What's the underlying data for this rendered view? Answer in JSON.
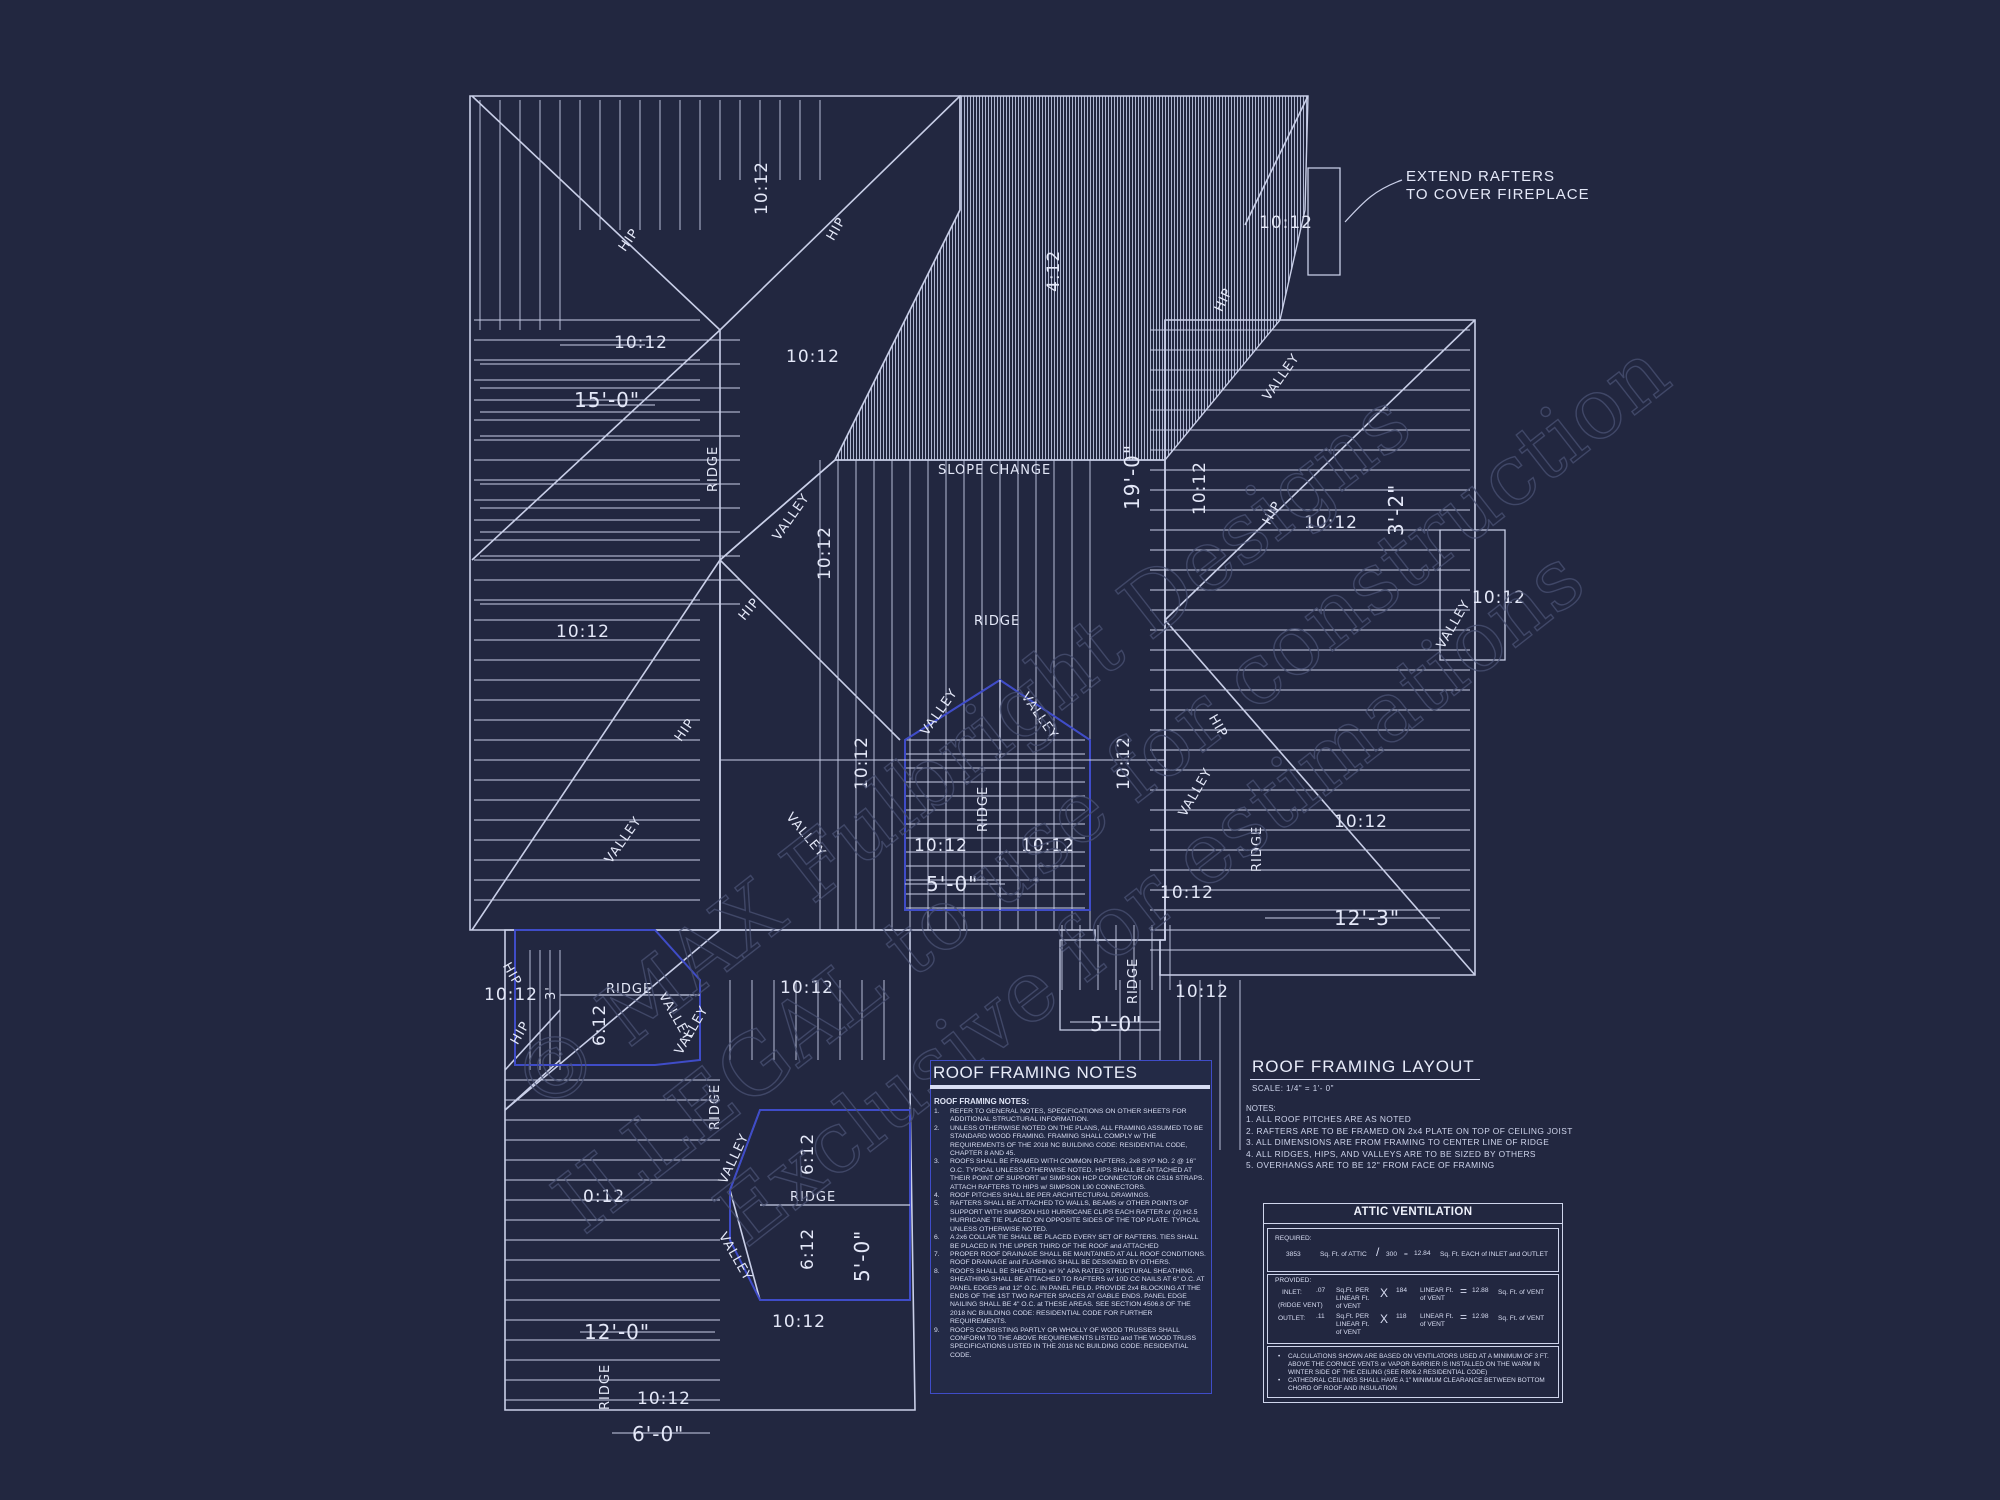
{
  "drawing": {
    "callout_line1": "EXTEND RAFTERS",
    "callout_line2": "TO COVER FIREPLACE",
    "pitch": "10:12",
    "pitch_alt": "4:12",
    "pitch_side": "6:12",
    "pitch_stair": "0:12",
    "hip": "HIP",
    "valley": "VALLEY",
    "ridge": "RIDGE",
    "slope_change": "SLOPE CHANGE",
    "dim_15": "15'-0\"",
    "dim_19": "19'-0\"",
    "dim_3_2": "3'-2\"",
    "dim_5a": "5'-0\"",
    "dim_5b": "5'-0\"",
    "dim_5c": "5'-0\"",
    "dim_12_3": "12'-3\"",
    "dim_12_0": "12'-0\"",
    "dim_6_0": "6'-0\"",
    "dim_3": "3'",
    "watermark_1": "© MAX Fulbright Designs",
    "watermark_2": "ILLEGAL to use for construction",
    "watermark_3": "Exclusive for estimations"
  },
  "roof_notes": {
    "title": "ROOF FRAMING NOTES",
    "heading": "ROOF FRAMING NOTES:",
    "items": [
      {
        "n": "1.",
        "text": "REFER TO GENERAL NOTES, SPECIFICATIONS ON OTHER SHEETS FOR ADDITIONAL STRUCTURAL INFORMATION."
      },
      {
        "n": "2.",
        "text": "UNLESS OTHERWISE NOTED ON THE PLANS, ALL FRAMING ASSUMED TO BE STANDARD WOOD FRAMING. FRAMING SHALL COMPLY w/ THE REQUIREMENTS OF THE 2018 NC BUILDING CODE: RESIDENTIAL CODE, CHAPTER 8 AND 45."
      },
      {
        "n": "3.",
        "text": "ROOFS SHALL BE FRAMED WITH COMMON RAFTERS, 2x8 SYP NO. 2 @ 16\" O.C. TYPICAL UNLESS OTHERWISE NOTED. HIPS SHALL BE ATTACHED AT THEIR POINT OF SUPPORT w/ SIMPSON HCP CONNECTOR OR CS16 STRAPS. ATTACH RAFTERS TO HIPS w/ SIMPSON L90 CONNECTORS."
      },
      {
        "n": "4.",
        "text": "ROOF PITCHES SHALL BE PER ARCHITECTURAL DRAWINGS."
      },
      {
        "n": "5.",
        "text": "RAFTERS SHALL BE ATTACHED TO WALLS, BEAMS or OTHER POINTS OF SUPPORT WITH SIMPSON H10 HURRICANE CLIPS EACH RAFTER or (2) H2.5 HURRICANE TIE PLACED ON OPPOSITE SIDES OF THE TOP PLATE. TYPICAL UNLESS OTHERWISE NOTED."
      },
      {
        "n": "6.",
        "text": "A 2x6 COLLAR TIE SHALL BE PLACED EVERY SET OF RAFTERS. TIES SHALL BE PLACED IN THE UPPER THIRD OF THE ROOF and ATTACHED"
      },
      {
        "n": "7.",
        "text": "PROPER ROOF DRAINAGE SHALL BE MAINTAINED AT ALL ROOF CONDITIONS. ROOF DRAINAGE and FLASHING SHALL BE DESIGNED BY OTHERS."
      },
      {
        "n": "8.",
        "text": "ROOFS SHALL BE SHEATHED w/ ⅝\" APA RATED STRUCTURAL SHEATHING. SHEATHING SHALL BE ATTACHED TO RAFTERS w/ 10D CC NAILS AT 6\" O.C. AT PANEL EDGES and 12\" O.C. IN PANEL FIELD. PROVIDE 2x4 BLOCKING AT THE ENDS OF THE 1ST TWO RAFTER SPACES AT GABLE ENDS. PANEL EDGE NAILING SHALL BE 4\" O.C. at THESE AREAS. SEE SECTION 4506.8 OF THE 2018 NC BUILDING CODE: RESIDENTIAL CODE FOR FURTHER REQUIREMENTS."
      },
      {
        "n": "9.",
        "text": "ROOFS CONSISTING PARTLY OR WHOLLY OF WOOD TRUSSES SHALL CONFORM TO THE ABOVE REQUIREMENTS LISTED and THE WOOD TRUSS SPECIFICATIONS LISTED IN THE 2018 NC BUILDING CODE: RESIDENTIAL CODE."
      }
    ]
  },
  "layout": {
    "title": "ROOF FRAMING LAYOUT",
    "scale": "SCALE:   1/4\" = 1'- 0\"",
    "notes_heading": "NOTES:",
    "notes": [
      "1.   ALL ROOF PITCHES ARE AS NOTED",
      "2.   RAFTERS ARE TO BE FRAMED ON 2x4 PLATE ON TOP OF CEILING JOIST",
      "3.   ALL DIMENSIONS ARE FROM  FRAMING TO CENTER LINE OF RIDGE",
      "4.   ALL RIDGES, HIPS, AND VALLEYS ARE TO BE SIZED BY OTHERS",
      "5.   OVERHANGS ARE TO BE 12\" FROM FACE OF FRAMING"
    ]
  },
  "attic": {
    "title": "ATTIC VENTILATION",
    "required_label": "REQUIRED:",
    "required_sqft": "3853",
    "sqft_attic": "Sq. Ft. of ATTIC",
    "slash": "/",
    "divisor": "300",
    "equals": "=",
    "required_result": "12.84",
    "required_each": "Sq. Ft. EACH of INLET and OUTLET",
    "provided_label": "PROVIDED:",
    "inlet_label": "INLET:",
    "inlet_sub": "(RIDGE VENT)",
    "inlet_value": ".07",
    "per_linear": "Sq.Ft. PER LINEAR Ft. of VENT",
    "times": "X",
    "inlet_linear": "184",
    "linear_ft": "LINEAR Ft. of VENT",
    "inlet_result": "12.88",
    "sqft_vent": "Sq. Ft. of VENT",
    "outlet_label": "OUTLET:",
    "outlet_value": ".11",
    "outlet_linear": "118",
    "outlet_result": "12.98",
    "notes": [
      "CALCULATIONS SHOWN ARE BASED ON VENTILATORS USED AT A MINIMUM OF 3 FT. ABOVE THE CORNICE VENTS or VAPOR BARRIER IS INSTALLED ON THE WARM IN WINTER SIDE OF THE CEILING (SEE R806.2 RESIDENTIAL CODE)",
      "CATHEDRAL CEILINGS SHALL HAVE A 1\" MINIMUM CLEARANCE BETWEEN BOTTOM CHORD OF ROOF AND INSULATION"
    ]
  },
  "colors": {
    "background": "#222740",
    "line": "#c9cfe8",
    "accent": "#3f4cc8"
  }
}
